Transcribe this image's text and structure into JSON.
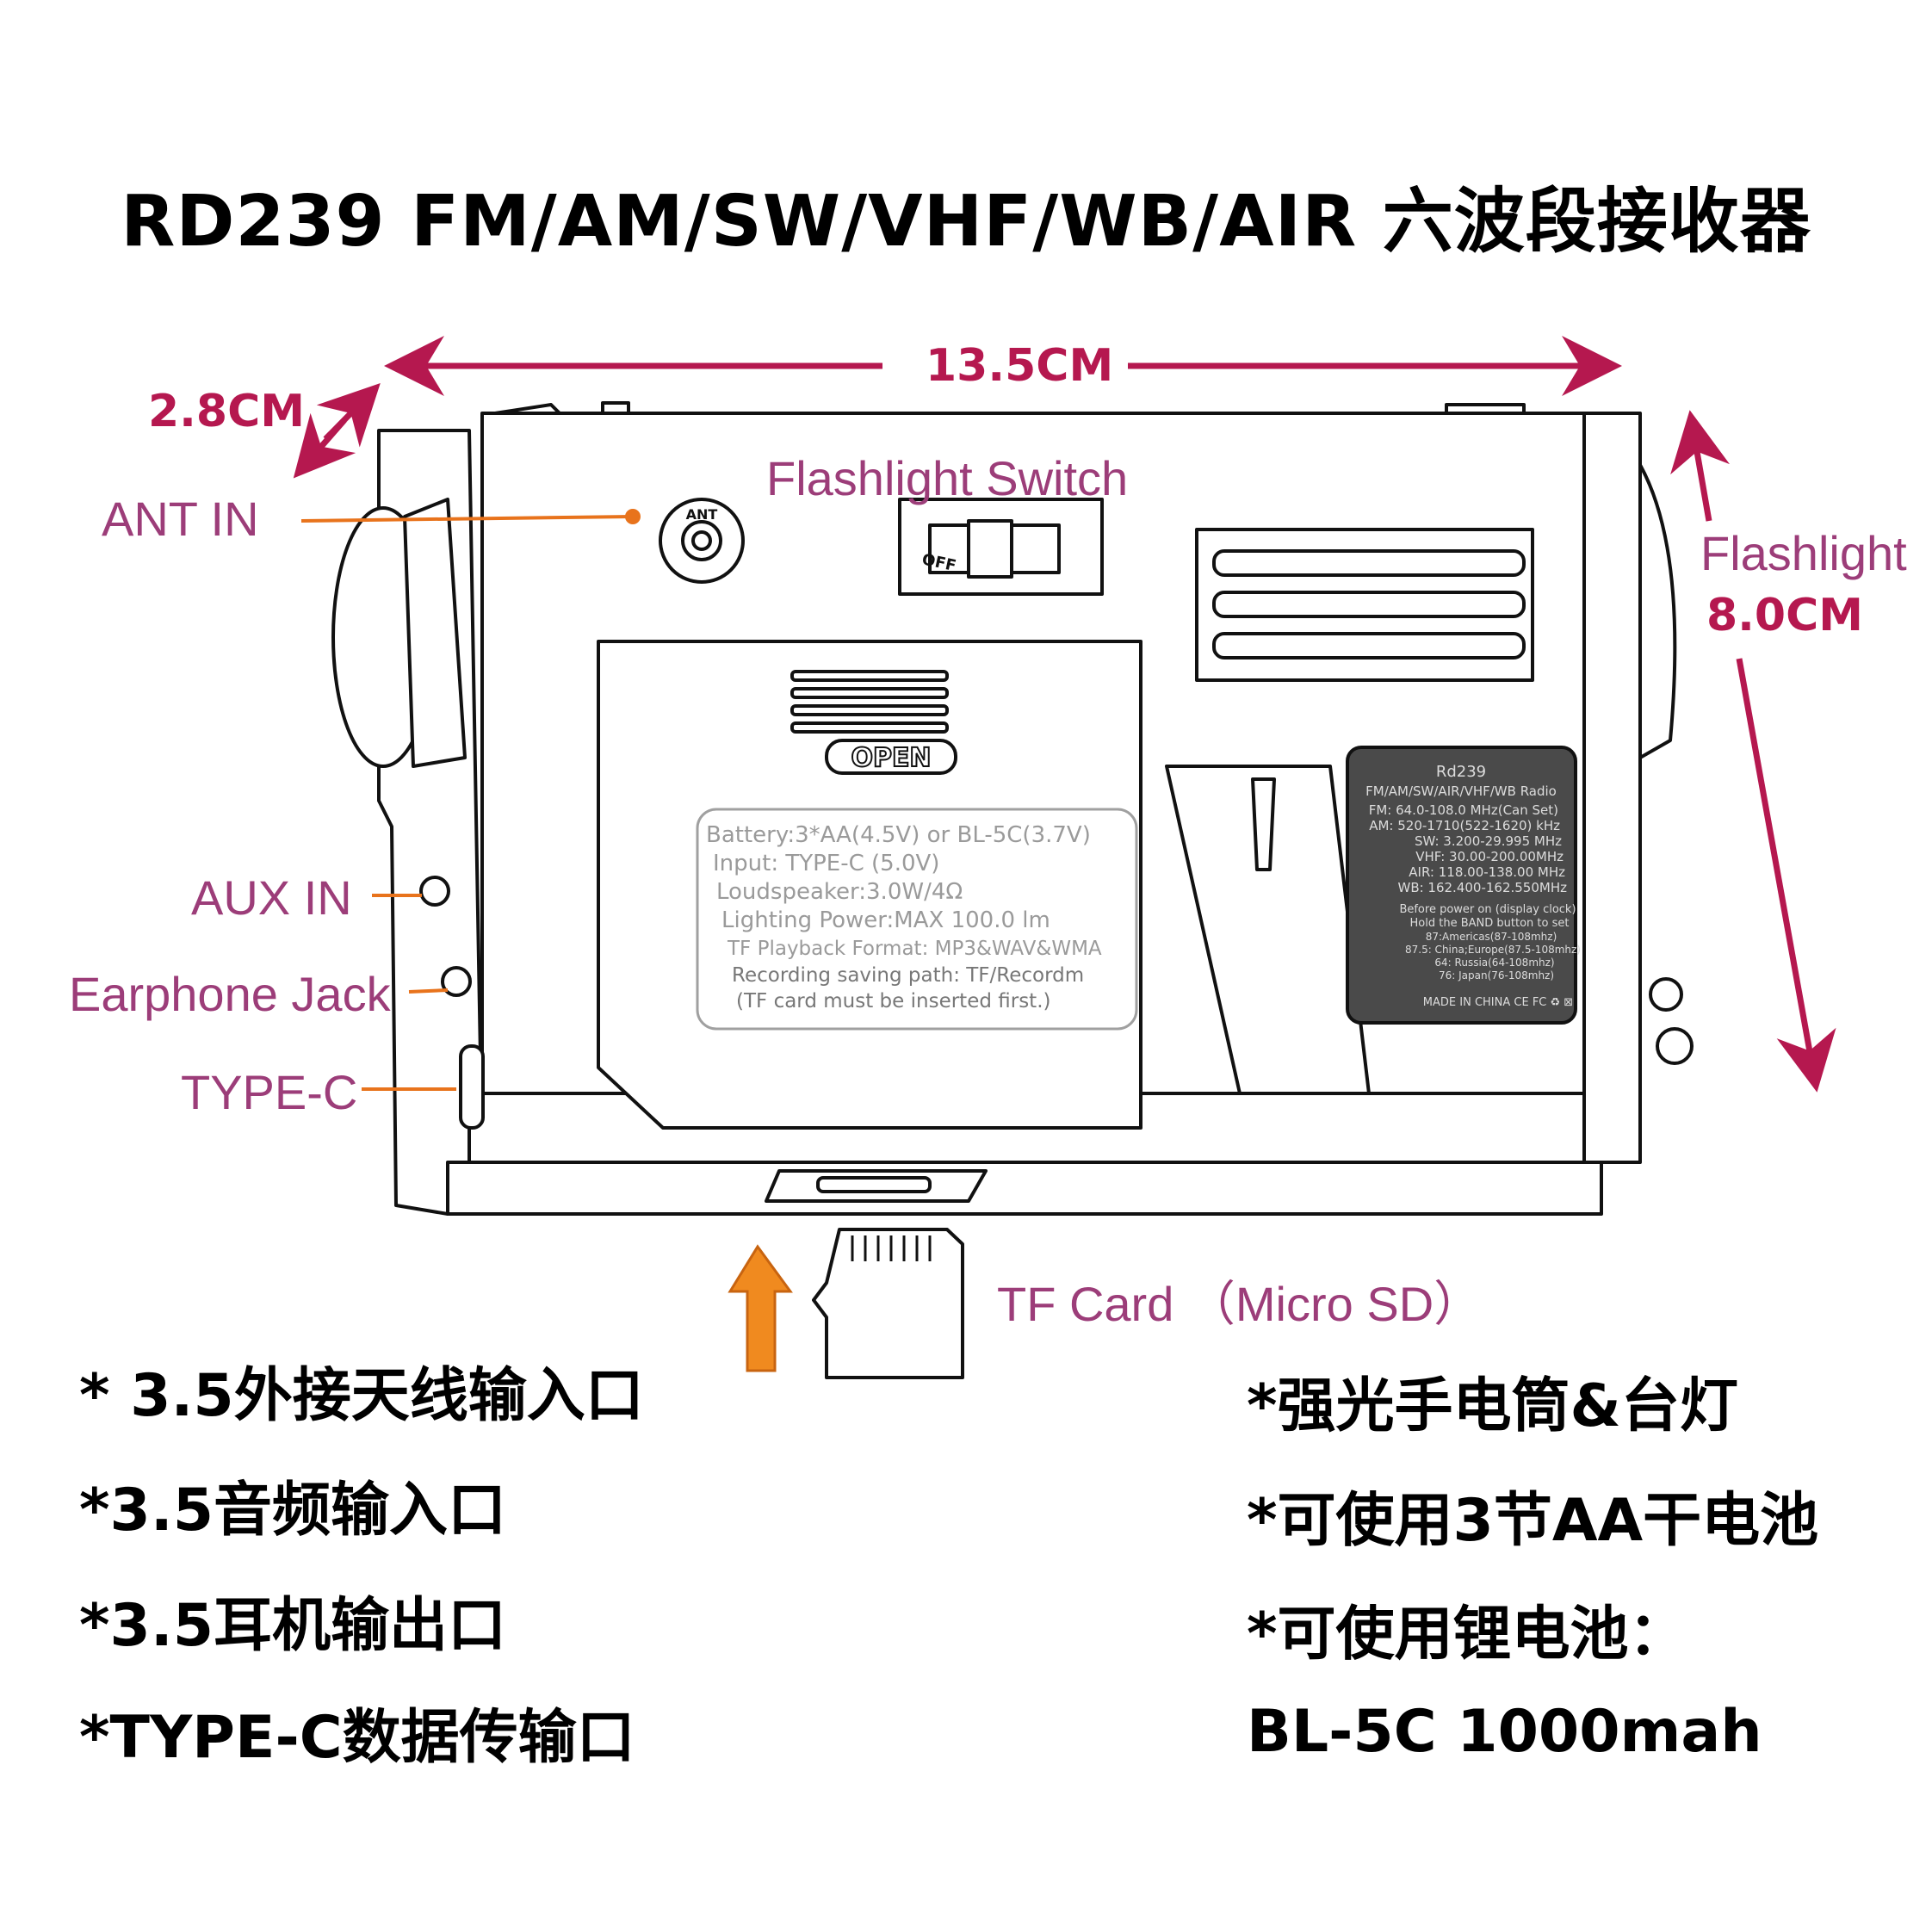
{
  "title": "RD239 FM/AM/SW/VHF/WB/AIR 六波段接收器",
  "dimensions": {
    "width": "13.5CM",
    "depth": "2.8CM",
    "height": "8.0CM"
  },
  "callouts": {
    "ant_in": "ANT IN",
    "flashlight_switch": "Flashlight Switch",
    "flashlight": "Flashlight",
    "aux_in": "AUX IN",
    "earphone_jack": "Earphone Jack",
    "type_c": "TYPE-C",
    "tf_card": "TF Card （Micro SD）"
  },
  "device": {
    "open_label": "OPEN",
    "switch_off": "OFF",
    "ant_jack": "ANT",
    "spec_sticker": [
      "Battery:3*AA(4.5V) or BL-5C(3.7V)",
      "Input: TYPE-C (5.0V)",
      "Loudspeaker:3.0W/4Ω",
      "Lighting Power:MAX 100.0 lm",
      "TF Playback Format: MP3&WAV&WMA",
      "Recording saving path: TF/Recordm",
      "(TF card must be inserted first.)"
    ],
    "rating_plate": {
      "model": "Rd239",
      "bands": "FM/AM/SW/AIR/VHF/WB Radio",
      "lines": [
        "FM: 64.0-108.0 MHz(Can Set)",
        "AM: 520-1710(522-1620) kHz",
        "SW: 3.200-29.995 MHz",
        "VHF: 30.00-200.00MHz",
        "AIR: 118.00-138.00 MHz",
        "WB: 162.400-162.550MHz"
      ],
      "notes": [
        "Before power on (display clock)",
        "Hold the BAND button to set",
        "87:Americas(87-108mhz)",
        "87.5: China;Europe(87.5-108mhz)",
        "64: Russia(64-108mhz)",
        "76: Japan(76-108mhz)"
      ],
      "footer": "MADE IN CHINA  CE FC ♻ ⊠"
    }
  },
  "features_left": [
    "* 3.5外接天线输入口",
    "*3.5音频输入口",
    "*3.5耳机输出口",
    "*TYPE-C数据传输口"
  ],
  "features_right": [
    "*强光手电筒&台灯",
    "*可使用3节AA干电池",
    "*可使用锂电池：",
    "BL-5C 1000mah"
  ],
  "colors": {
    "dimension": "#b5184f",
    "label": "#9c3d79",
    "leader": "#e8731c",
    "arrow": "#f08a1f",
    "outline": "#111111"
  }
}
